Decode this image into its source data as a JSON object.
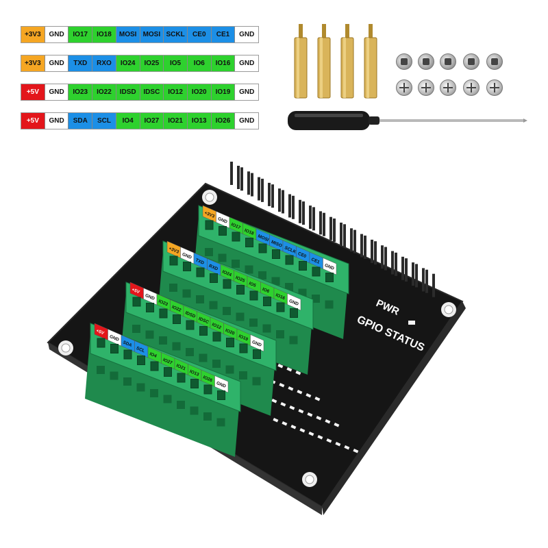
{
  "legend": {
    "rows": [
      {
        "cells": [
          {
            "label": "+3V3",
            "kind": "3v3"
          },
          {
            "label": "GND",
            "kind": "gnd"
          },
          {
            "label": "IO17",
            "kind": "io"
          },
          {
            "label": "IO18",
            "kind": "io"
          },
          {
            "label": "MOSI",
            "kind": "bus"
          },
          {
            "label": "MOSI",
            "kind": "bus"
          },
          {
            "label": "SCKL",
            "kind": "bus"
          },
          {
            "label": "CE0",
            "kind": "bus"
          },
          {
            "label": "CE1",
            "kind": "bus"
          },
          {
            "label": "GND",
            "kind": "gnd"
          }
        ]
      },
      {
        "cells": [
          {
            "label": "+3V3",
            "kind": "3v3"
          },
          {
            "label": "GND",
            "kind": "gnd"
          },
          {
            "label": "TXD",
            "kind": "bus"
          },
          {
            "label": "RXO",
            "kind": "bus"
          },
          {
            "label": "IO24",
            "kind": "io"
          },
          {
            "label": "IO25",
            "kind": "io"
          },
          {
            "label": "IO5",
            "kind": "io"
          },
          {
            "label": "IO6",
            "kind": "io"
          },
          {
            "label": "IO16",
            "kind": "io"
          },
          {
            "label": "GND",
            "kind": "gnd"
          }
        ]
      },
      {
        "cells": [
          {
            "label": "+5V",
            "kind": "5v"
          },
          {
            "label": "GND",
            "kind": "gnd"
          },
          {
            "label": "IO23",
            "kind": "io"
          },
          {
            "label": "IO22",
            "kind": "io"
          },
          {
            "label": "IDSD",
            "kind": "io"
          },
          {
            "label": "IDSC",
            "kind": "io"
          },
          {
            "label": "IO12",
            "kind": "io"
          },
          {
            "label": "IO20",
            "kind": "io"
          },
          {
            "label": "IO19",
            "kind": "io"
          },
          {
            "label": "GND",
            "kind": "gnd"
          }
        ]
      },
      {
        "cells": [
          {
            "label": "+5V",
            "kind": "5v"
          },
          {
            "label": "GND",
            "kind": "gnd"
          },
          {
            "label": "SDA",
            "kind": "bus"
          },
          {
            "label": "SCL",
            "kind": "bus"
          },
          {
            "label": "IO4",
            "kind": "io"
          },
          {
            "label": "IO27",
            "kind": "io"
          },
          {
            "label": "IO21",
            "kind": "io"
          },
          {
            "label": "IO13",
            "kind": "io"
          },
          {
            "label": "IO26",
            "kind": "io"
          },
          {
            "label": "GND",
            "kind": "gnd"
          }
        ]
      }
    ]
  },
  "board": {
    "pwr_label": "PWR",
    "status_label": "GPIO STATUS",
    "terminal_rows": [
      [
        "+3V3",
        "GND",
        "IO17",
        "IO18",
        "MOSI",
        "MISO",
        "SCLK",
        "CE0",
        "CE1",
        "GND"
      ],
      [
        "+3V3",
        "GND",
        "TXD",
        "RXD",
        "IO24",
        "IO25",
        "IO5",
        "IO6",
        "IO16",
        "GND"
      ],
      [
        "+5V",
        "GND",
        "IO23",
        "IO22",
        "IDSD",
        "IDSC",
        "IO12",
        "IO20",
        "IO19",
        "GND"
      ],
      [
        "+5V",
        "GND",
        "SDA",
        "SCL",
        "IO4",
        "IO27",
        "IO21",
        "IO13",
        "IO26",
        "GND"
      ]
    ]
  },
  "colors": {
    "3v3": "#f5a623",
    "5v": "#e3161b",
    "gnd": "#ffffff",
    "io": "#2ed12e",
    "bus": "#1c8fe6",
    "terminal_green": "#2fb36a",
    "board_black": "#151515"
  },
  "icons": {
    "standoff": "brass-standoff-icon",
    "nut": "hex-nut-icon",
    "screw": "phillips-screw-icon",
    "screwdriver": "screwdriver-icon"
  }
}
